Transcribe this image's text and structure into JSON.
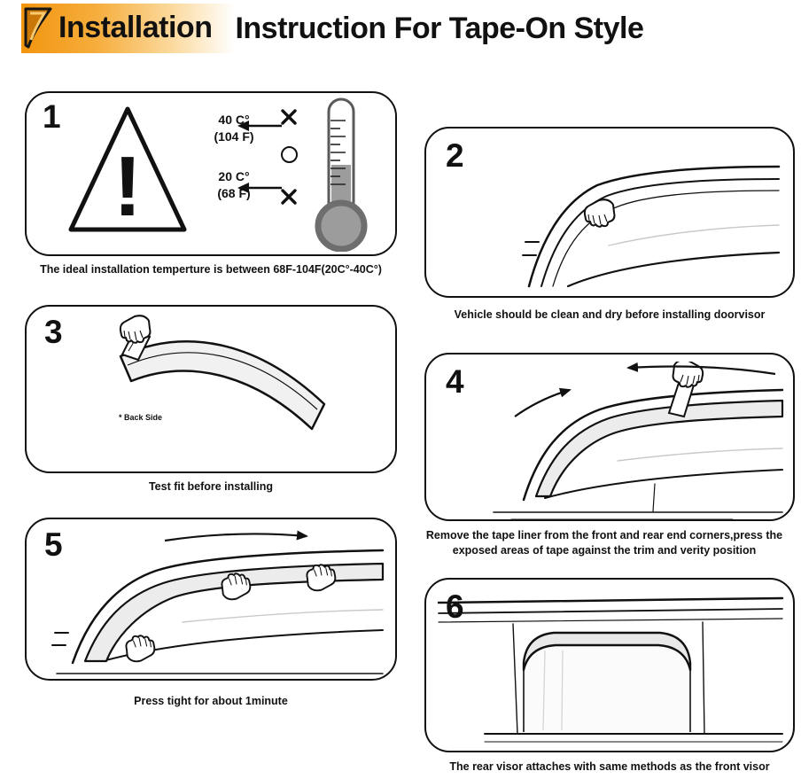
{
  "header": {
    "title_highlight": "Installation",
    "title_rest": " Instruction For Tape-On Style"
  },
  "colors": {
    "highlight_orange": "#f2950f",
    "line_black": "#111111",
    "visor_gray": "#ececec",
    "thermometer_gray": "#9c9c9c"
  },
  "icons": {
    "warning_mark": "!",
    "reject_mark": "✕",
    "accept_mark": "○",
    "logo": "visor-corner-icon",
    "hand": "hand-icon",
    "thermometer": "thermometer-icon"
  },
  "steps": [
    {
      "number": "1",
      "temp_high_c": "40 C°",
      "temp_high_f": "(104 F)",
      "temp_low_c": "20 C°",
      "temp_low_f": "(68 F)",
      "caption": "The ideal installation temperture is between 68F-104F(20C°-40C°)"
    },
    {
      "number": "2",
      "caption": "Vehicle should be clean and dry before installing doorvisor"
    },
    {
      "number": "3",
      "back_side_label": "* Back Side",
      "caption": "Test fit before installing"
    },
    {
      "number": "4",
      "caption": "Remove the tape liner from the front and rear end corners,press the exposed areas of tape against the trim and verity position"
    },
    {
      "number": "5",
      "caption": "Press tight for about 1minute"
    },
    {
      "number": "6",
      "caption": "The rear visor attaches with same methods as the front visor"
    }
  ]
}
